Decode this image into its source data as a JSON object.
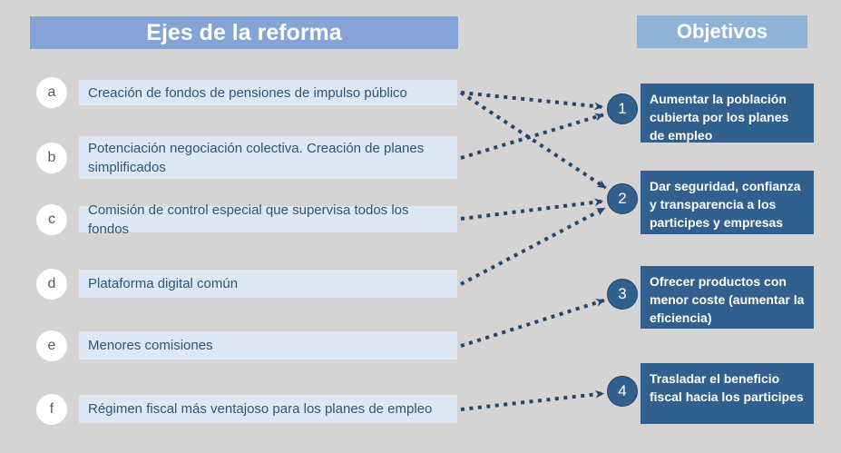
{
  "left_panel": {
    "title": "Ejes de la reforma",
    "items": [
      {
        "label": "a",
        "text": "Creación de fondos de pensiones de impulso público"
      },
      {
        "label": "b",
        "text": "Potenciación negociación colectiva. Creación de planes simplificados"
      },
      {
        "label": "c",
        "text": "Comisión de control especial que supervisa todos los fondos"
      },
      {
        "label": "d",
        "text": "Plataforma digital común"
      },
      {
        "label": "e",
        "text": "Menores comisiones"
      },
      {
        "label": "f",
        "text": "Régimen fiscal más ventajoso para los planes de empleo"
      }
    ]
  },
  "right_panel": {
    "title": "Objetivos",
    "objectives": [
      {
        "number": "1",
        "text": "Aumentar la población cubierta por los planes de empleo"
      },
      {
        "number": "2",
        "text": "Dar seguridad, confianza y transparencia a los participes y empresas"
      },
      {
        "number": "3",
        "text": "Ofrecer productos con menor coste (aumentar la eficiencia)"
      },
      {
        "number": "4",
        "text": "Trasladar el beneficio fiscal hacia los participes"
      }
    ]
  },
  "connections": [
    {
      "from": "a",
      "to": "1"
    },
    {
      "from": "a",
      "to": "2"
    },
    {
      "from": "b",
      "to": "1"
    },
    {
      "from": "c",
      "to": "2"
    },
    {
      "from": "d",
      "to": "2"
    },
    {
      "from": "e",
      "to": "3"
    },
    {
      "from": "f",
      "to": "4"
    }
  ],
  "colors": {
    "background": "#d5d4d2",
    "left_header_bg": "#84a3d6",
    "right_header_bg": "#8fb3d7",
    "item_bar_bg": "#dce8f4",
    "item_text": "#33536f",
    "letter_badge_bg": "#ffffff",
    "letter_badge_text": "#555b63",
    "objective_box_bg": "#31608f",
    "objective_text": "#ffffff",
    "arrow": "#24476f"
  }
}
